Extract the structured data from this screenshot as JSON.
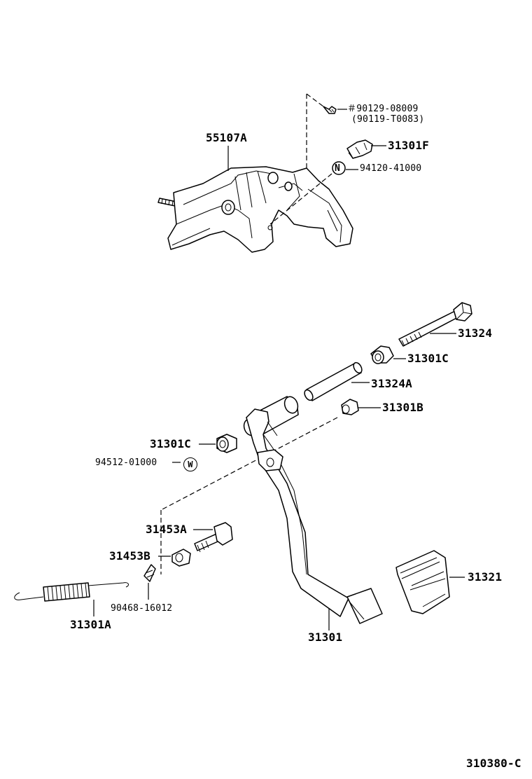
{
  "diagram": {
    "code": "310380-C",
    "labels": {
      "p55107a": "55107A",
      "p90129": "＃90129-08009",
      "p90119": "(90119-T0083)",
      "p31301f": "31301F",
      "p94120": "94120-41000",
      "p94120_mark": "N",
      "p31324": "31324",
      "p31301c_right": "31301C",
      "p31324a": "31324A",
      "p31301b": "31301B",
      "p31301c_left": "31301C",
      "p94512": "94512-01000",
      "p94512_mark": "W",
      "p31453a": "31453A",
      "p31453b": "31453B",
      "p90468": "90468-16012",
      "p31301a": "31301A",
      "p31301": "31301",
      "p31321": "31321"
    }
  }
}
